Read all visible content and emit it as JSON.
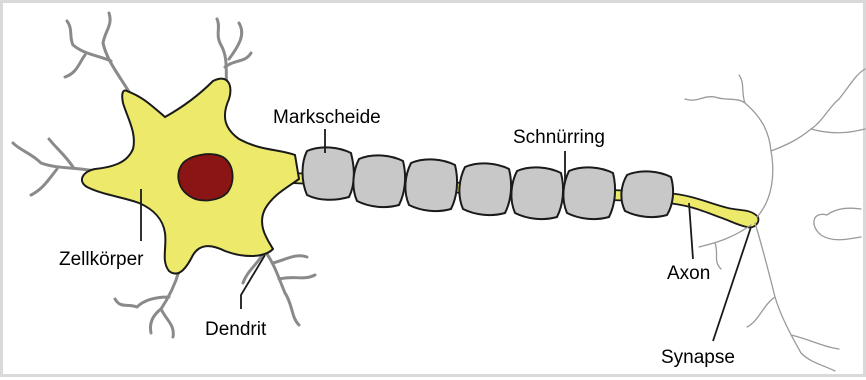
{
  "diagram": {
    "labels": {
      "markscheide": "Markscheide",
      "schnuerring": "Schnürring",
      "zellkoerper": "Zellkörper",
      "axon": "Axon",
      "dendrit": "Dendrit",
      "synapse": "Synapse"
    },
    "colors": {
      "cell_body": "#ece96b",
      "cell_outline": "#1a1a1a",
      "nucleus": "#8b1414",
      "myelin": "#c8c8c8",
      "dendrite": "#8a8a8a",
      "target_dendrite": "#9a9a9a",
      "frame": "#d9d9d9"
    }
  }
}
